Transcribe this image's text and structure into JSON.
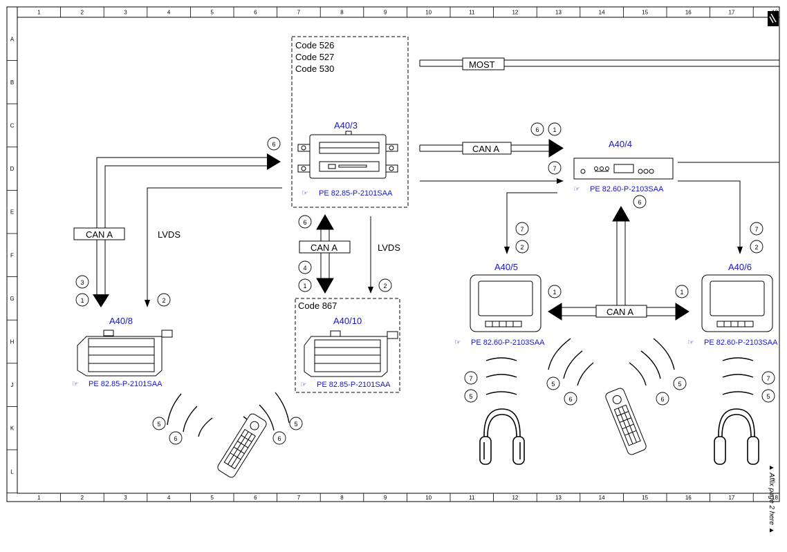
{
  "grid": {
    "cols": [
      "1",
      "2",
      "3",
      "4",
      "5",
      "6",
      "7",
      "8",
      "9",
      "10",
      "11",
      "12",
      "13",
      "14",
      "15",
      "16",
      "17",
      "18"
    ],
    "rows": [
      "A",
      "B",
      "C",
      "D",
      "E",
      "F",
      "G",
      "H",
      "J",
      "K",
      "L"
    ]
  },
  "side_note": "▲ Affix page 2 here ▲",
  "codes": {
    "a403": [
      "Code 526",
      "Code 527",
      "Code 530"
    ],
    "a4010": "Code 867"
  },
  "labels": {
    "most": "MOST",
    "can_a": "CAN A",
    "lvds": "LVDS"
  },
  "components": {
    "a403": {
      "id": "A40/3",
      "ref": "PE 82.85-P-2101SAA"
    },
    "a404": {
      "id": "A40/4",
      "ref": "PE 82.60-P-2103SAA"
    },
    "a405": {
      "id": "A40/5",
      "ref": "PE 82.60-P-2103SAA"
    },
    "a406": {
      "id": "A40/6",
      "ref": "PE 82.60-P-2103SAA"
    },
    "a408": {
      "id": "A40/8",
      "ref": "PE 82.85-P-2101SAA"
    },
    "a4010": {
      "id": "A40/10",
      "ref": "PE 82.85-P-2101SAA"
    }
  },
  "markers": {
    "m6a": "6",
    "m6b": "6",
    "m1b": "1",
    "m7a": "7",
    "m3": "3",
    "m1a": "1",
    "m2a": "2",
    "m6c": "6",
    "m4": "4",
    "m1c": "1",
    "m2b": "2",
    "m6d": "6",
    "m7b": "7",
    "m2c": "2",
    "m7c": "7",
    "m2d": "2",
    "m1d": "1",
    "m1e": "1",
    "m7d": "7",
    "m5d": "5",
    "m7e": "7",
    "m5e": "5",
    "m5a": "5",
    "m6e": "6",
    "m6f": "6",
    "m5b": "5",
    "m5c": "5",
    "m6g": "6",
    "m6h": "6",
    "m5f": "5"
  }
}
